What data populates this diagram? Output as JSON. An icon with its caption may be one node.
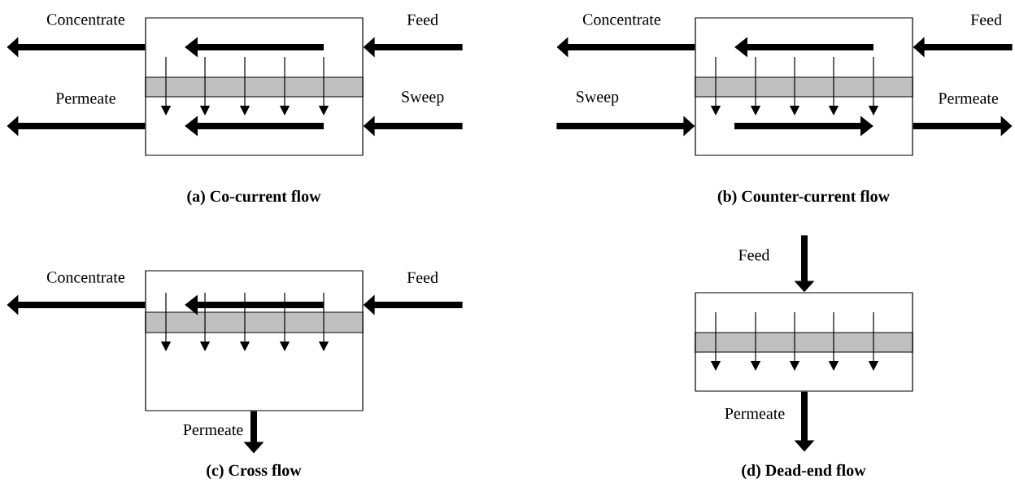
{
  "diagram": {
    "nodes": [
      {
        "text": [],
        "shape": "box"
      },
      {
        "text": [],
        "shape": "bar",
        "in": 0
      },
      {
        "text": [],
        "shape": "box"
      },
      {
        "text": [],
        "shape": "bar",
        "in": 2
      },
      {
        "text": [],
        "shape": "box"
      },
      {
        "text": [],
        "shape": "bar",
        "in": 4
      },
      {
        "text": [],
        "shape": "box"
      },
      {
        "text": [],
        "shape": "bar",
        "in": 6
      }
    ],
    "edges": [
      {
        "from": 0,
        "to": null,
        "arrow": "to",
        "label": "Concentrate"
      },
      {
        "from": null,
        "to": 0,
        "arrow": "to",
        "label": "Feed"
      },
      {
        "from": 0,
        "to": null,
        "arrow": "to",
        "label": "Permeate"
      },
      {
        "from": null,
        "to": 0,
        "arrow": "to",
        "label": "Sweep"
      },
      {
        "from": 2,
        "to": null,
        "arrow": "to",
        "label": "Concentrate"
      },
      {
        "from": null,
        "to": 2,
        "arrow": "to",
        "label": "Feed"
      },
      {
        "from": null,
        "to": 2,
        "arrow": "to",
        "label": "Sweep"
      },
      {
        "from": 2,
        "to": null,
        "arrow": "to",
        "label": "Permeate"
      },
      {
        "from": 4,
        "to": null,
        "arrow": "to",
        "label": "Concentrate"
      },
      {
        "from": null,
        "to": 4,
        "arrow": "to",
        "label": "Feed"
      },
      {
        "from": 4,
        "to": null,
        "arrow": "to",
        "label": "Permeate"
      },
      {
        "from": null,
        "to": 6,
        "arrow": "to",
        "label": "Feed"
      },
      {
        "from": 6,
        "to": null,
        "arrow": "to",
        "label": "Permeate"
      }
    ],
    "labels": [
      "(a) Co-current flow",
      "(b) Counter-current flow",
      "(c) Cross flow",
      "(d) Dead-end flow"
    ]
  }
}
